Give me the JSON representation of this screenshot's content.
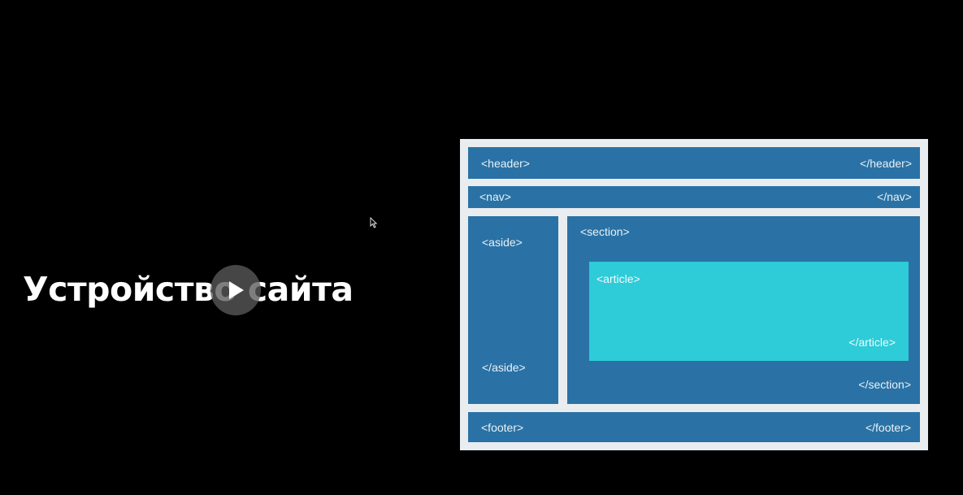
{
  "slide": {
    "title": "Устройство сайта"
  },
  "player": {
    "play_icon": "play-icon",
    "cursor_icon": "mouse-cursor-icon"
  },
  "diagram": {
    "header": {
      "open": "<header>",
      "close": "</header>"
    },
    "nav": {
      "open": "<nav>",
      "close": "</nav>"
    },
    "aside": {
      "open": "<aside>",
      "close": "</aside>"
    },
    "section": {
      "open": "<section>",
      "close": "</section>"
    },
    "article": {
      "open": "<article>",
      "close": "</article>"
    },
    "footer": {
      "open": "<footer>",
      "close": "</footer>"
    },
    "colors": {
      "frame": "#e9edf0",
      "block": "#2a72a5",
      "article": "#2ecbd8"
    }
  }
}
